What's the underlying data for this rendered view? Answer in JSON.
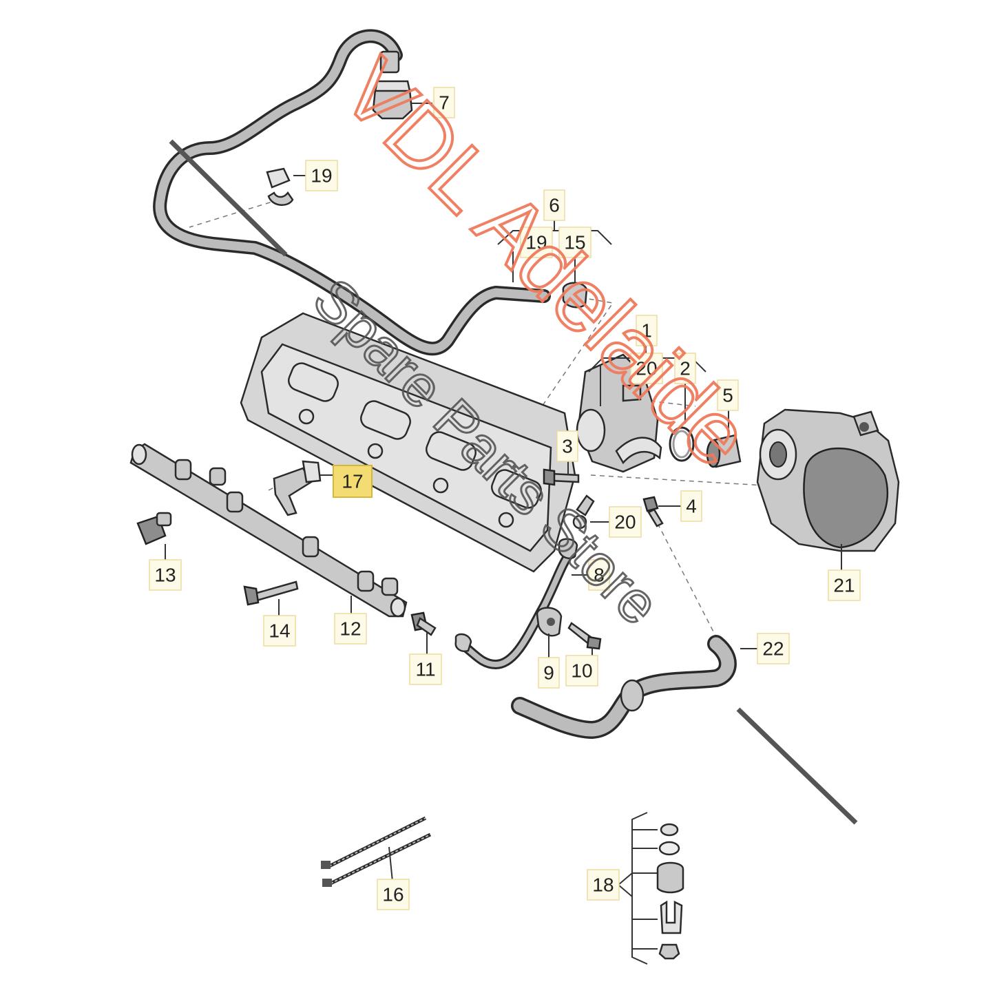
{
  "callouts": [
    {
      "id": "7",
      "label": "7"
    },
    {
      "id": "19a",
      "label": "19"
    },
    {
      "id": "6",
      "label": "6"
    },
    {
      "id": "19b",
      "label": "19"
    },
    {
      "id": "15",
      "label": "15"
    },
    {
      "id": "1",
      "label": "1"
    },
    {
      "id": "20a",
      "label": "20"
    },
    {
      "id": "2",
      "label": "2"
    },
    {
      "id": "5",
      "label": "5"
    },
    {
      "id": "3",
      "label": "3"
    },
    {
      "id": "17",
      "label": "17"
    },
    {
      "id": "4",
      "label": "4"
    },
    {
      "id": "20b",
      "label": "20"
    },
    {
      "id": "13",
      "label": "13"
    },
    {
      "id": "8",
      "label": "8"
    },
    {
      "id": "21",
      "label": "21"
    },
    {
      "id": "14",
      "label": "14"
    },
    {
      "id": "12",
      "label": "12"
    },
    {
      "id": "11",
      "label": "11"
    },
    {
      "id": "9",
      "label": "9"
    },
    {
      "id": "10",
      "label": "10"
    },
    {
      "id": "22",
      "label": "22"
    },
    {
      "id": "16",
      "label": "16"
    },
    {
      "id": "18",
      "label": "18"
    }
  ],
  "watermark": {
    "brand": "VDL Adelaide",
    "tagline": "Spare Parts Store",
    "brand_color": "#ef7a5c",
    "tagline_color": "#555555"
  }
}
